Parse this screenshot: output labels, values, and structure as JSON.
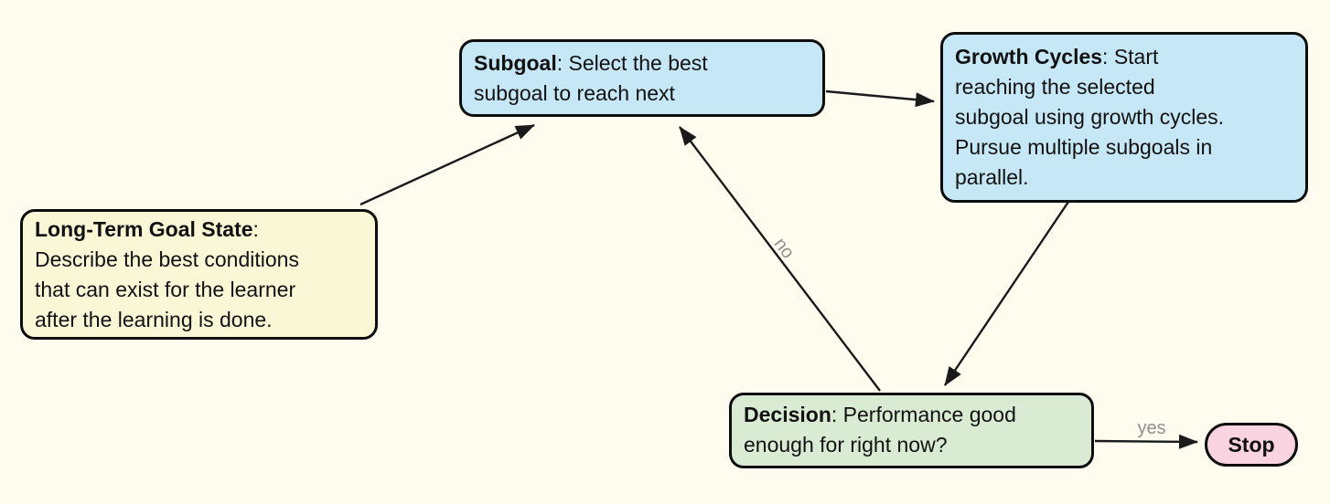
{
  "diagram": {
    "colors": {
      "background": "#fefcef",
      "node_border": "#0d0d0d",
      "text": "#111111",
      "edge": "#1a1a1a",
      "edge_label": "#8f8f8f",
      "blue_fill": "#c6e8f6",
      "yellow_fill": "#faf7d7",
      "green_fill": "#d9ecd3",
      "pink_fill": "#f9d3e0"
    },
    "nodes": [
      {
        "id": "long-term-goal-state",
        "title": "Long-Term Goal State",
        "body": ":\nDescribe the best conditions\nthat can exist for the learner\nafter the learning is done.",
        "fill": "#faf7d7"
      },
      {
        "id": "subgoal",
        "title": "Subgoal",
        "body": ": Select the best\nsubgoal to reach next",
        "fill": "#c6e8f6"
      },
      {
        "id": "growth-cycles",
        "title": "Growth Cycles",
        "body": ": Start\nreaching the selected\nsubgoal using growth cycles.\nPursue multiple subgoals in\nparallel.",
        "fill": "#c6e8f6"
      },
      {
        "id": "decision",
        "title": "Decision",
        "body": ": Performance good\nenough for right now?",
        "fill": "#d9ecd3"
      },
      {
        "id": "stop",
        "title": "Stop",
        "body": "",
        "fill": "#f9d3e0"
      }
    ],
    "edges": [
      {
        "from": "long-term-goal-state",
        "to": "subgoal",
        "label": ""
      },
      {
        "from": "subgoal",
        "to": "growth-cycles",
        "label": ""
      },
      {
        "from": "growth-cycles",
        "to": "decision",
        "label": ""
      },
      {
        "from": "decision",
        "to": "subgoal",
        "label": "no"
      },
      {
        "from": "decision",
        "to": "stop",
        "label": "yes"
      }
    ]
  }
}
